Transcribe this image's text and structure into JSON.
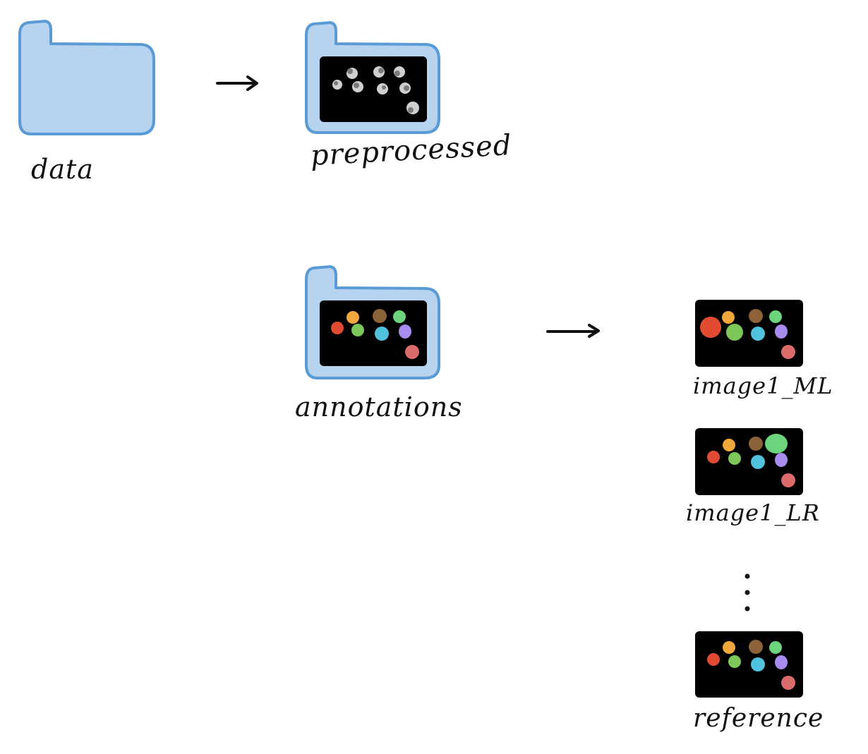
{
  "colors": {
    "folder_fill": "#b6d4ef",
    "folder_stroke": "#5b9bd5",
    "panel_bg": "#000000",
    "arrow": "#111111",
    "cell_red": "#e04b32",
    "cell_orange": "#f0a83c",
    "cell_brown": "#8c6239",
    "cell_green": "#6dd47e",
    "cell_olive_green": "#7cc65a",
    "cell_cyan": "#4fc3dd",
    "cell_purple": "#a78bef",
    "cell_salmon": "#db6b6b",
    "cell_gray": "#cfcfcf"
  },
  "folders": {
    "data": {
      "label": "data",
      "icon": "folder-icon"
    },
    "preprocessed": {
      "label": "preprocessed",
      "icon": "folder-with-grayscale-image-icon"
    },
    "annotations": {
      "label": "annotations",
      "icon": "folder-with-annotated-image-icon"
    }
  },
  "outputs": [
    {
      "label": "image1_ML",
      "icon": "annotated-image-icon"
    },
    {
      "label": "image1_LR",
      "icon": "annotated-image-icon"
    },
    {
      "label": "reference",
      "icon": "annotated-image-icon"
    }
  ],
  "ellipsis": "⋮"
}
